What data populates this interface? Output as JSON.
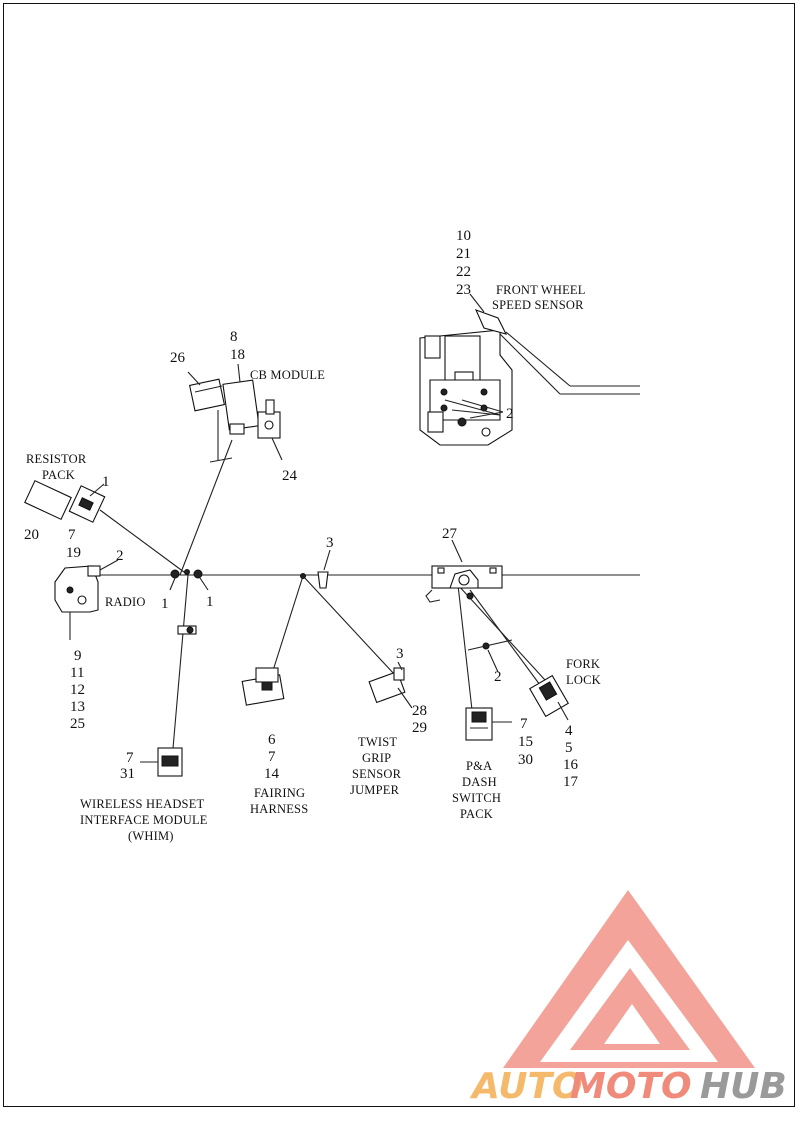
{
  "callouts": {
    "fws": [
      "10",
      "21",
      "22",
      "23"
    ],
    "fws_2": "2",
    "cb": [
      "8",
      "18"
    ],
    "cb_26": "26",
    "cb_24": "24",
    "resistor_1": "1",
    "resistor_20": "20",
    "resistor_7": "7",
    "resistor_19": "19",
    "radio_2": "2",
    "clip_1a": "1",
    "clip_1b": "1",
    "clip_3": "3",
    "bracket_27": "27",
    "radio_nums": [
      "9",
      "11",
      "12",
      "13",
      "25"
    ],
    "fairing": [
      "6",
      "7",
      "14"
    ],
    "twist_3": "3",
    "twist_nums": [
      "28",
      "29"
    ],
    "dash_2": "2",
    "dash_nums": [
      "7",
      "15",
      "30"
    ],
    "fork_nums": [
      "4",
      "5",
      "16",
      "17"
    ],
    "whim_nums": [
      "7",
      "31"
    ]
  },
  "labels": {
    "front_wheel": [
      "FRONT WHEEL",
      "SPEED SENSOR"
    ],
    "cb_module": "CB MODULE",
    "resistor": [
      "RESISTOR",
      "PACK"
    ],
    "radio": "RADIO",
    "fork_lock": [
      "FORK",
      "LOCK"
    ],
    "twist": [
      "TWIST",
      "GRIP",
      "SENSOR",
      "JUMPER"
    ],
    "fairing": [
      "FAIRING",
      "HARNESS"
    ],
    "dash": [
      "P&A",
      "DASH",
      "SWITCH",
      "PACK"
    ],
    "whim": [
      "WIRELESS HEADSET",
      "INTERFACE MODULE",
      "(WHIM)"
    ]
  },
  "watermark": {
    "part1": "AUTO",
    "part2": "MOTO",
    "part3": "HUB",
    "color1": "#f5b96b",
    "color2": "#f08a7a",
    "color3": "#9a9a9a",
    "triangle_color": "#f3a39a"
  }
}
